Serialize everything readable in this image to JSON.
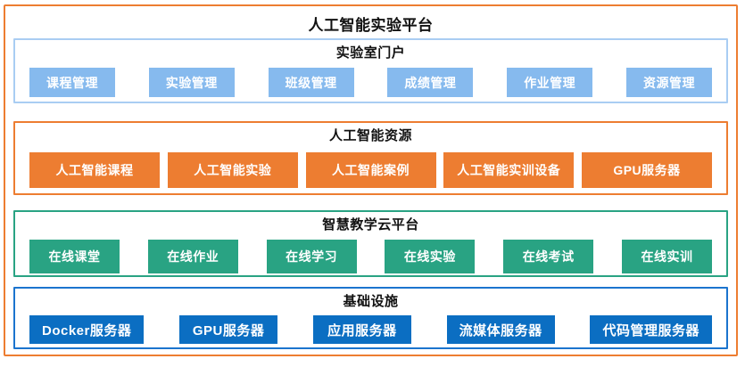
{
  "title": "人工智能实验平台",
  "colors": {
    "frame_border": "#ED7D31",
    "portal_border": "#A9CDF3",
    "portal_block": "#86BAEE",
    "ai_resources_border": "#ED7D31",
    "ai_resources_block": "#ED7D31",
    "cloud_border": "#29A383",
    "cloud_block": "#29A383",
    "infrastructure_border": "#1B74CE",
    "infrastructure_block": "#0B6EC2",
    "block_text": "#FFFFFF",
    "title_text": "#111111"
  },
  "sections": [
    {
      "id": "portal",
      "title": "实验室门户",
      "border": "#A9CDF3",
      "block": "#86BAEE",
      "items": [
        "课程管理",
        "实验管理",
        "班级管理",
        "成绩管理",
        "作业管理",
        "资源管理"
      ]
    },
    {
      "id": "ai-resources",
      "title": "人工智能资源",
      "border": "#ED7D31",
      "block": "#ED7D31",
      "items": [
        "人工智能课程",
        "人工智能实验",
        "人工智能案例",
        "人工智能实训设备",
        "GPU服务器"
      ]
    },
    {
      "id": "smart-teaching-cloud",
      "title": "智慧教学云平台",
      "border": "#29A383",
      "block": "#29A383",
      "items": [
        "在线课堂",
        "在线作业",
        "在线学习",
        "在线实验",
        "在线考试",
        "在线实训"
      ]
    },
    {
      "id": "infrastructure",
      "title": "基础设施",
      "border": "#1B74CE",
      "block": "#0B6EC2",
      "items": [
        "Docker服务器",
        "GPU服务器",
        "应用服务器",
        "流媒体服务器",
        "代码管理服务器"
      ]
    }
  ]
}
